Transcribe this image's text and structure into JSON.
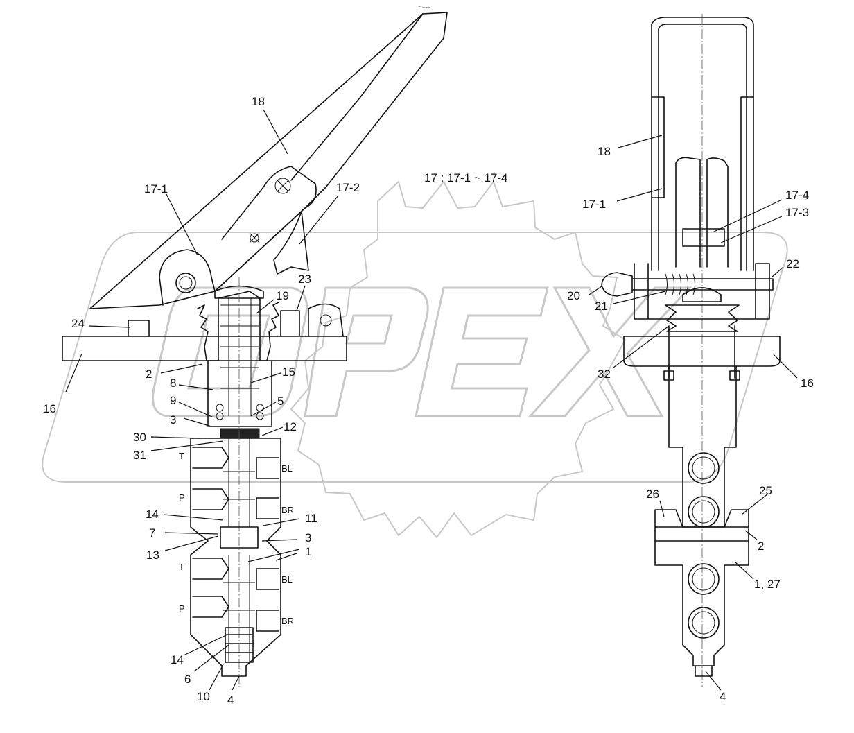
{
  "header_mark": "~ ===",
  "watermark_text": "OPEX",
  "formula": "17 : 17-1 ~ 17-4",
  "ports": {
    "t1": "T",
    "p1": "P",
    "bl1": "BL",
    "br1": "BR",
    "t2": "T",
    "p2": "P",
    "bl2": "BL",
    "br2": "BR"
  },
  "left_labels": {
    "l18": "18",
    "l17_1": "17-1",
    "l17_2": "17-2",
    "l23": "23",
    "l19": "19",
    "l24": "24",
    "l16": "16",
    "l2": "2",
    "l8": "8",
    "l15": "15",
    "l9": "9",
    "l5": "5",
    "l3": "3",
    "l12": "12",
    "l30": "30",
    "l31": "31",
    "l14a": "14",
    "l11": "11",
    "l7": "7",
    "l3b": "3",
    "l13": "13",
    "l1": "1",
    "l14b": "14",
    "l6": "6",
    "l10": "10",
    "l4": "4"
  },
  "right_labels": {
    "r18": "18",
    "r17_1": "17-1",
    "r17_4": "17-4",
    "r17_3": "17-3",
    "r22": "22",
    "r20": "20",
    "r21": "21",
    "r32": "32",
    "r16": "16",
    "r26": "26",
    "r25": "25",
    "r2": "2",
    "r1_27": "1, 27",
    "r4": "4"
  }
}
